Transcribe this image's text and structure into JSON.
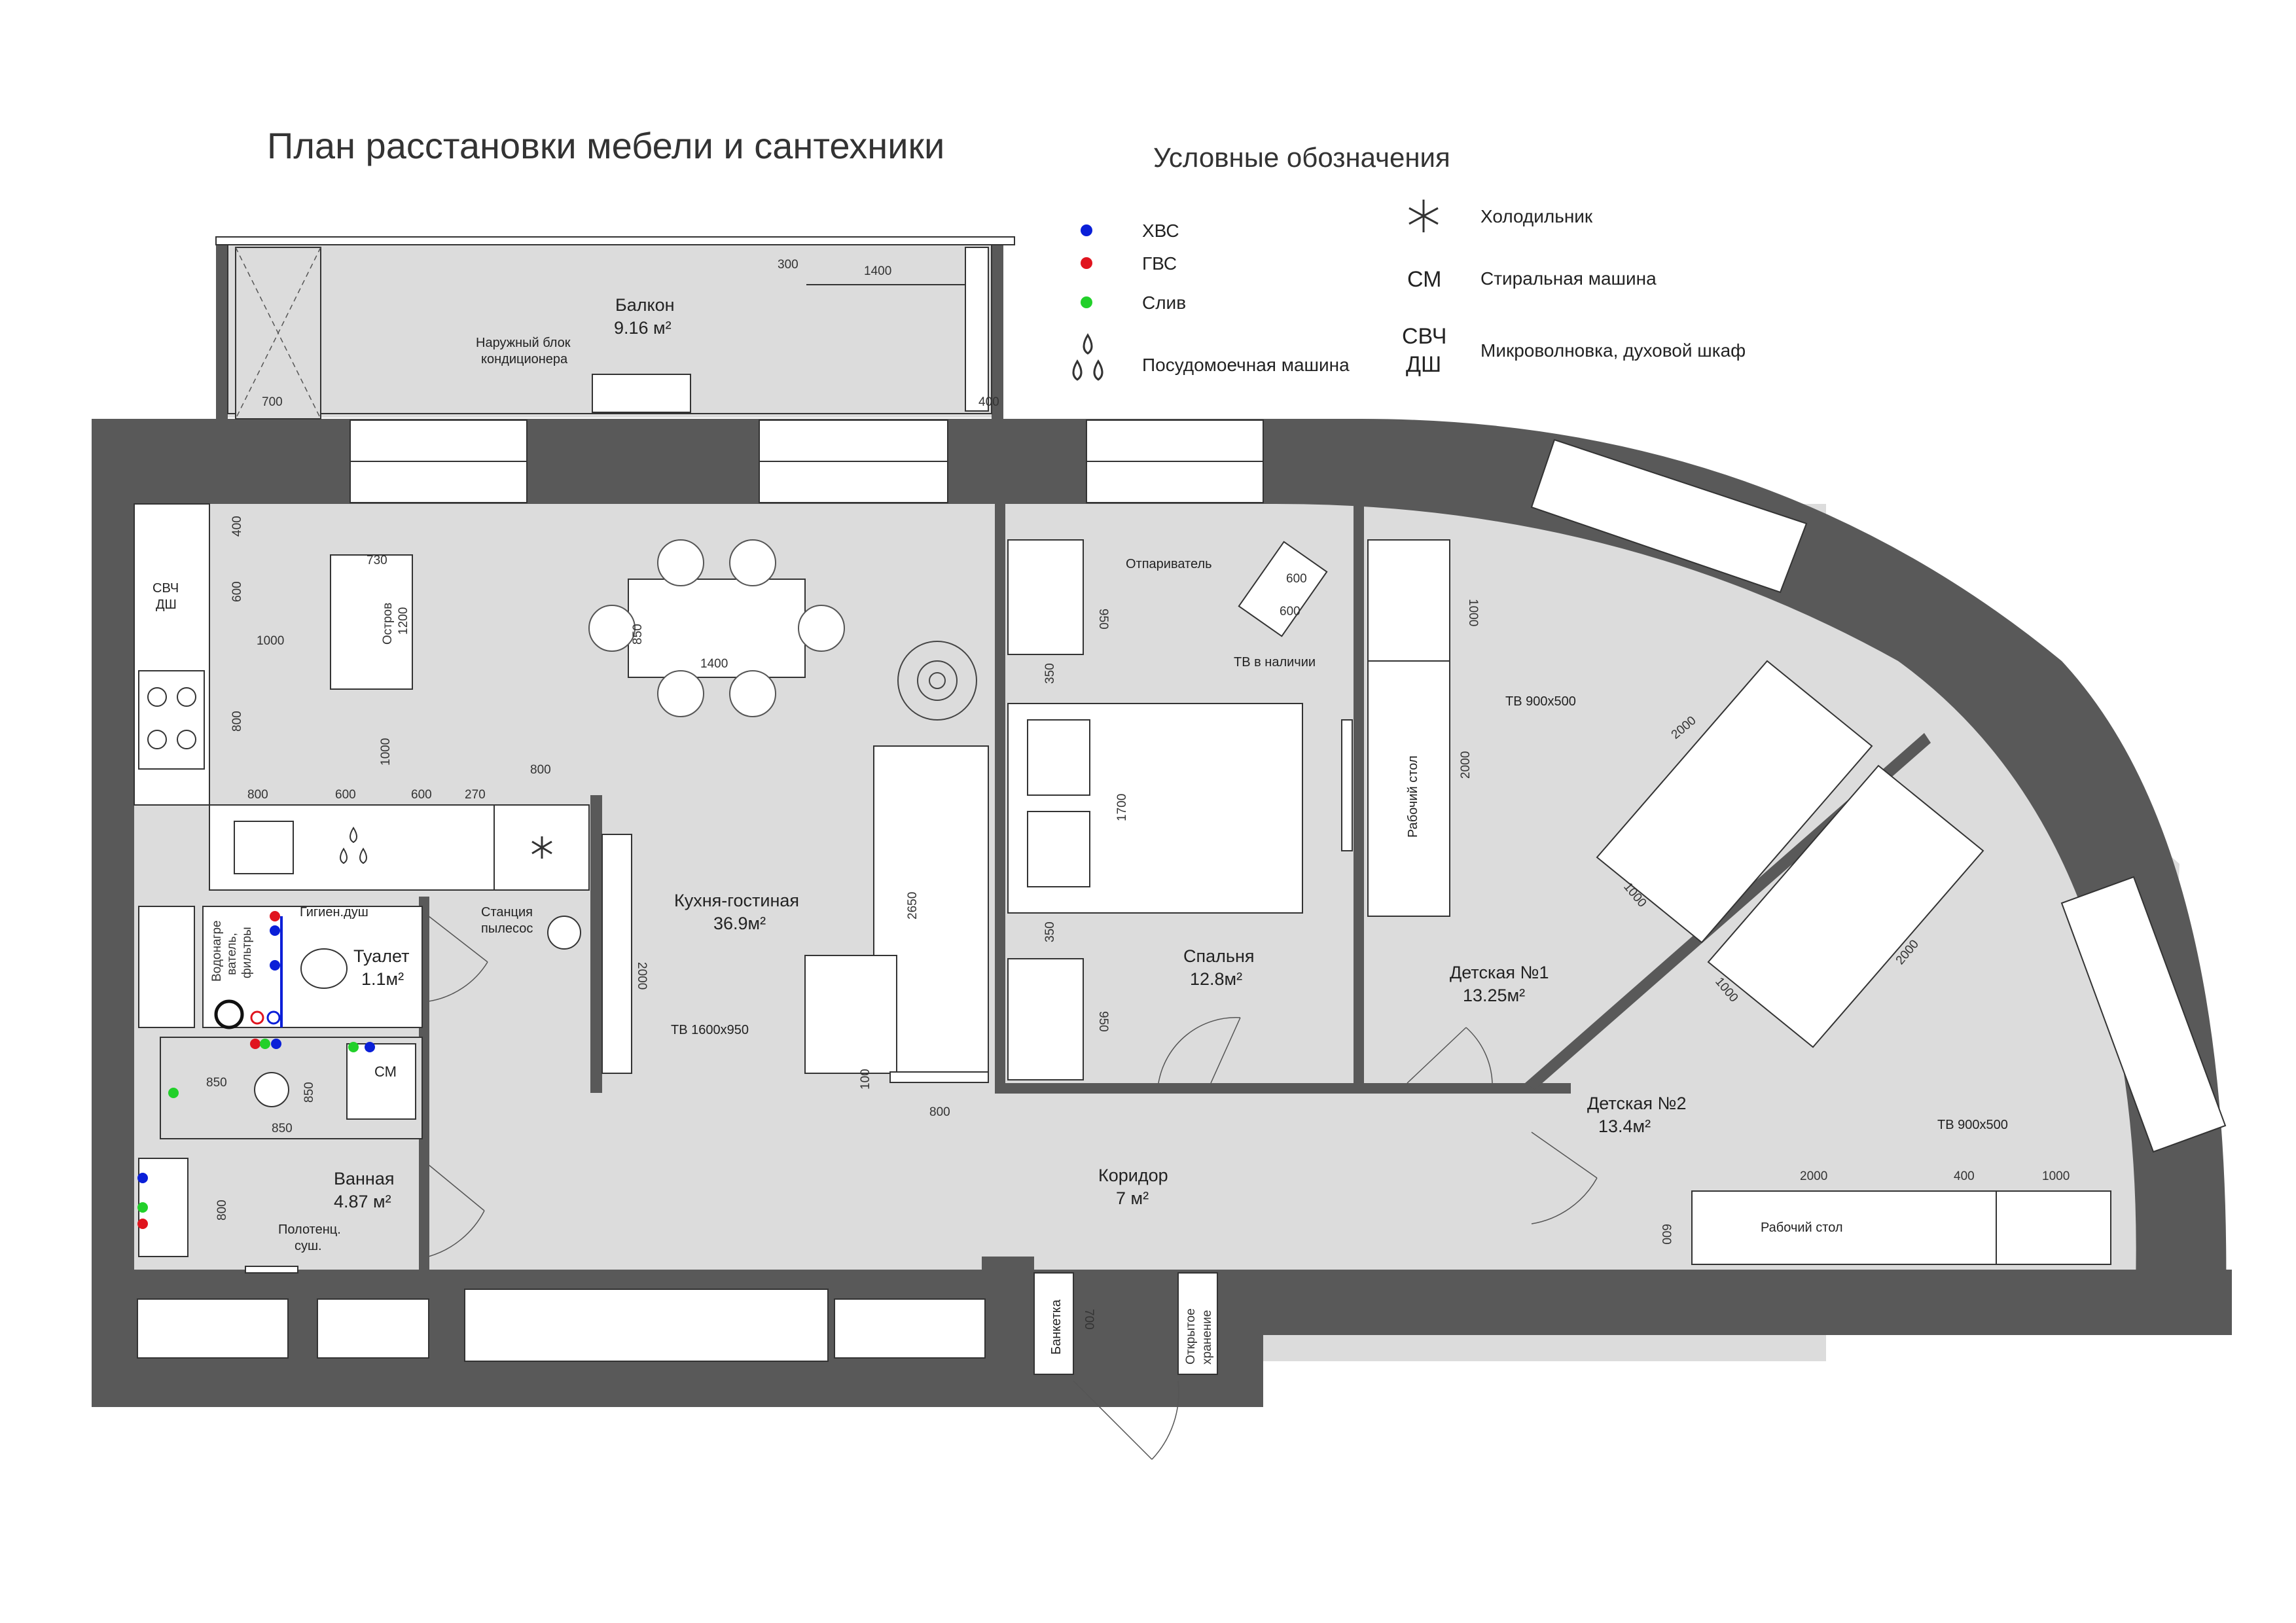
{
  "title": "План расстановки мебели и сантехники",
  "legend": {
    "title": "Условные обозначения",
    "items": [
      {
        "label": "ХВС",
        "symbol": "blue-dot",
        "color": "#0a1fd8"
      },
      {
        "label": "ГВС",
        "symbol": "red-dot",
        "color": "#e0141e"
      },
      {
        "label": "Слив",
        "symbol": "green-dot",
        "color": "#22d02a"
      },
      {
        "label": "Посудомоечная машина",
        "symbol": "drops-icon"
      },
      {
        "label": "Холодильник",
        "symbol": "snowflake-icon"
      },
      {
        "label": "Стиральная машина",
        "symbol": "СМ"
      },
      {
        "label": "Микроволновка, духовой шкаф",
        "symbol_line1": "СВЧ",
        "symbol_line2": "ДШ"
      }
    ]
  },
  "rooms": {
    "balcony": {
      "name": "Балкон",
      "area": "9.16 м²"
    },
    "kitchen": {
      "name": "Кухня-гостиная",
      "area": "36.9м²"
    },
    "bedroom": {
      "name": "Спальня",
      "area": "12.8м²"
    },
    "kids1": {
      "name": "Детская №1",
      "area": "13.25м²"
    },
    "kids2": {
      "name": "Детская №2",
      "area": "13.4м²"
    },
    "corridor": {
      "name": "Коридор",
      "area": "7 м²"
    },
    "toilet": {
      "name": "Туалет",
      "area": "1.1м²"
    },
    "bathroom": {
      "name": "Ванная",
      "area": "4.87 м²"
    }
  },
  "labels": {
    "ac_line1": "Наружный блок",
    "ac_line2": "кондиционера",
    "microwave_line1": "СВЧ",
    "microwave_line2": "ДШ",
    "island_line1": "Остров",
    "island_line2": "1200",
    "vacuum_line1": "Станция",
    "vacuum_line2": "пылесос",
    "tv_living": "ТВ 1600х950",
    "steamer": "Отпариватель",
    "tv_bedroom": "ТВ в наличии",
    "tv_kids1": "ТВ 900х500",
    "tv_kids2": "ТВ 900х500",
    "desk_kids1": "Рабочий стол",
    "desk_kids2": "Рабочий стол",
    "hyg_shower": "Гигиен.душ",
    "heater_line1": "Водонагре",
    "heater_line2": "ватель,",
    "heater_line3": "фильтры",
    "washer": "СМ",
    "towel_line1": "Полотенц.",
    "towel_line2": "суш.",
    "bench": "Банкетка",
    "storage_line1": "Открытое",
    "storage_line2": "хранение"
  },
  "dims": {
    "bal_300": "300",
    "bal_1400": "1400",
    "bal_700": "700",
    "bal_400": "400",
    "k_400": "400",
    "k_600": "600",
    "k_1000": "1000",
    "k_800v": "800",
    "k_730": "730",
    "k_850": "850",
    "k_1400": "1400",
    "k_1000v": "1000",
    "k_800a": "800",
    "k_600a": "600",
    "k_600b": "600",
    "k_270": "270",
    "k_800b": "800",
    "k_2000": "2000",
    "k_2650": "2650",
    "k_100": "100",
    "k_800c": "800",
    "b_950a": "950",
    "b_350a": "350",
    "b_1700": "1700",
    "b_350b": "350",
    "b_950b": "950",
    "b_600a": "600",
    "b_600b": "600",
    "c1_1000": "1000",
    "c1_2000": "2000",
    "c1_bed_2000": "2000",
    "c1_bed_1000": "1000",
    "c2_bed_2000": "2000",
    "c2_bed_1000": "1000",
    "c2_2000": "2000",
    "c2_400": "400",
    "c2_1000": "1000",
    "c2_600": "600",
    "t_850a": "850",
    "t_850b": "850",
    "t_850c": "850",
    "t_800": "800",
    "c_700": "700"
  }
}
